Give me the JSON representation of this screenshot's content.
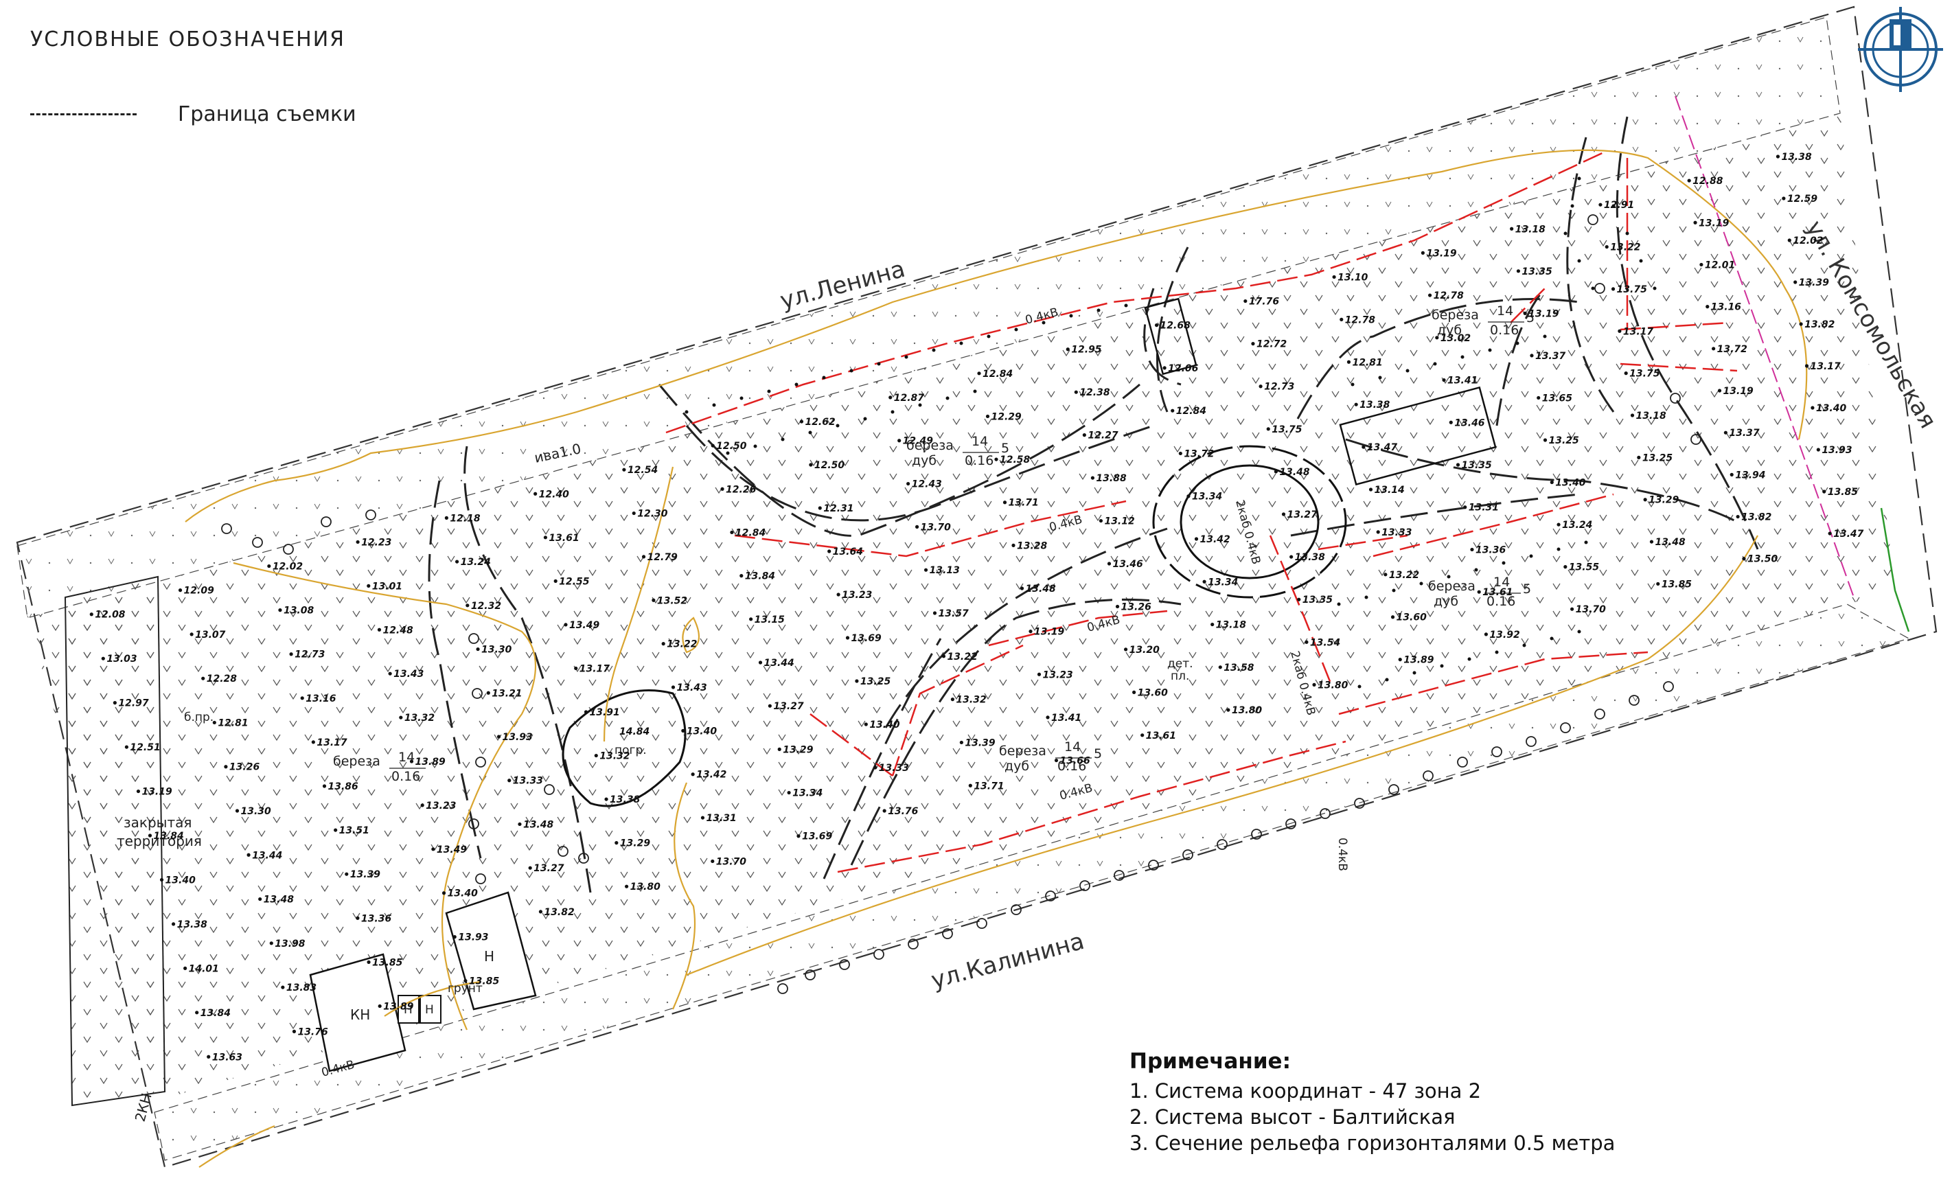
{
  "legend": {
    "title": "УСЛОВНЫЕ ОБОЗНАЧЕНИЯ",
    "items": [
      {
        "symbol": "dashed-line",
        "label": "Граница съемки"
      }
    ]
  },
  "notes": {
    "title": "Примечание:",
    "items": [
      "1. Система координат - 47 зона 2",
      "2. Система высот - Балтийская",
      "3. Сечение рельефа горизонталями 0.5 метра"
    ]
  },
  "streets": {
    "lenina": "ул.Ленина",
    "kalinina": "ул.Калинина",
    "komsomolskaya": "ул. Комсомольская"
  },
  "labels": {
    "closed_territory_1": "закрытая",
    "closed_territory_2": "территория",
    "pogr": "погр.",
    "pogr_elev": "14.84",
    "det_pl_1": "дет.",
    "det_pl_2": "пл.",
    "grunt": "грунт",
    "b_pr": "б.пр.",
    "kh": "КН",
    "n1": "Н",
    "n2": "Н",
    "n3": "Н",
    "two_kn": "2КН",
    "iva": "ива1.0",
    "voltage": "0.4кВ",
    "cable": "2каб 0.4кВ"
  },
  "trees": [
    {
      "species_top": "береза",
      "species_bottom": "дуб",
      "num": "14",
      "den": "0.16",
      "count": "5"
    },
    {
      "species_top": "береза",
      "species_bottom": "дуб",
      "num": "14",
      "den": "0.16",
      "count": "5"
    },
    {
      "species_top": "береза",
      "species_bottom": "дуб",
      "num": "14",
      "den": "0.16",
      "count": "5"
    },
    {
      "species_top": "береза",
      "species_bottom": "дуб",
      "num": "14",
      "den": "0.16",
      "count": "5"
    },
    {
      "species_top": "береза",
      "species_bottom": "",
      "num": "14",
      "den": "0.16",
      "count": ""
    }
  ],
  "elevations": [
    "12.08",
    "12.09",
    "12.02",
    "12.23",
    "12.18",
    "12.40",
    "12.54",
    "12.50",
    "12.62",
    "12.87",
    "12.84",
    "12.95",
    "12.68",
    "17.76",
    "13.10",
    "13.19",
    "13.18",
    "12.91",
    "12.88",
    "13.38",
    "13.03",
    "13.07",
    "13.08",
    "13.01",
    "13.24",
    "13.61",
    "12.30",
    "12.26",
    "12.50",
    "12.49",
    "12.29",
    "12.38",
    "12.06",
    "12.72",
    "12.78",
    "12.78",
    "13.35",
    "13.22",
    "13.19",
    "12.59",
    "12.97",
    "12.28",
    "12.73",
    "12.48",
    "12.32",
    "12.55",
    "12.79",
    "12.84",
    "12.31",
    "12.43",
    "12.58",
    "12.27",
    "12.84",
    "12.73",
    "12.81",
    "13.02",
    "13.19",
    "13.75",
    "12.01",
    "12.02",
    "12.51",
    "12.81",
    "13.16",
    "13.43",
    "13.30",
    "13.49",
    "13.52",
    "13.84",
    "13.64",
    "13.70",
    "13.71",
    "13.88",
    "13.72",
    "13.75",
    "13.38",
    "13.41",
    "13.37",
    "13.17",
    "13.16",
    "13.39",
    "13.19",
    "13.26",
    "13.17",
    "13.32",
    "13.21",
    "13.17",
    "13.22",
    "13.15",
    "13.23",
    "13.13",
    "13.28",
    "13.12",
    "13.34",
    "13.48",
    "13.47",
    "13.46",
    "13.65",
    "13.75",
    "13.72",
    "13.82",
    "13.84",
    "13.30",
    "13.86",
    "13.89",
    "13.93",
    "13.91",
    "13.43",
    "13.44",
    "13.69",
    "13.57",
    "13.48",
    "13.46",
    "13.42",
    "13.27",
    "13.14",
    "13.35",
    "13.25",
    "13.18",
    "13.19",
    "13.17",
    "13.40",
    "13.44",
    "13.51",
    "13.23",
    "13.33",
    "13.32",
    "13.40",
    "13.27",
    "13.25",
    "13.22",
    "13.19",
    "13.26",
    "13.34",
    "13.38",
    "13.33",
    "13.31",
    "13.40",
    "13.25",
    "13.37",
    "13.40",
    "13.38",
    "13.48",
    "13.39",
    "13.49",
    "13.48",
    "13.38",
    "13.42",
    "13.29",
    "13.40",
    "13.32",
    "13.23",
    "13.20",
    "13.18",
    "13.35",
    "13.22",
    "13.36",
    "13.24",
    "13.29",
    "13.94",
    "13.93",
    "14.01",
    "13.98",
    "13.36",
    "13.40",
    "13.27",
    "13.29",
    "13.31",
    "13.34",
    "13.33",
    "13.39",
    "13.41",
    "13.60",
    "13.58",
    "13.54",
    "13.60",
    "13.61",
    "13.55",
    "13.48",
    "13.82",
    "13.85",
    "13.84",
    "13.83",
    "13.85",
    "13.93",
    "13.82",
    "13.80",
    "13.70",
    "13.69",
    "13.76",
    "13.71",
    "13.66",
    "13.61",
    "13.80",
    "13.80",
    "13.89",
    "13.92",
    "13.70",
    "13.85",
    "13.50",
    "13.47",
    "13.63",
    "13.76",
    "13.89",
    "13.85"
  ]
}
